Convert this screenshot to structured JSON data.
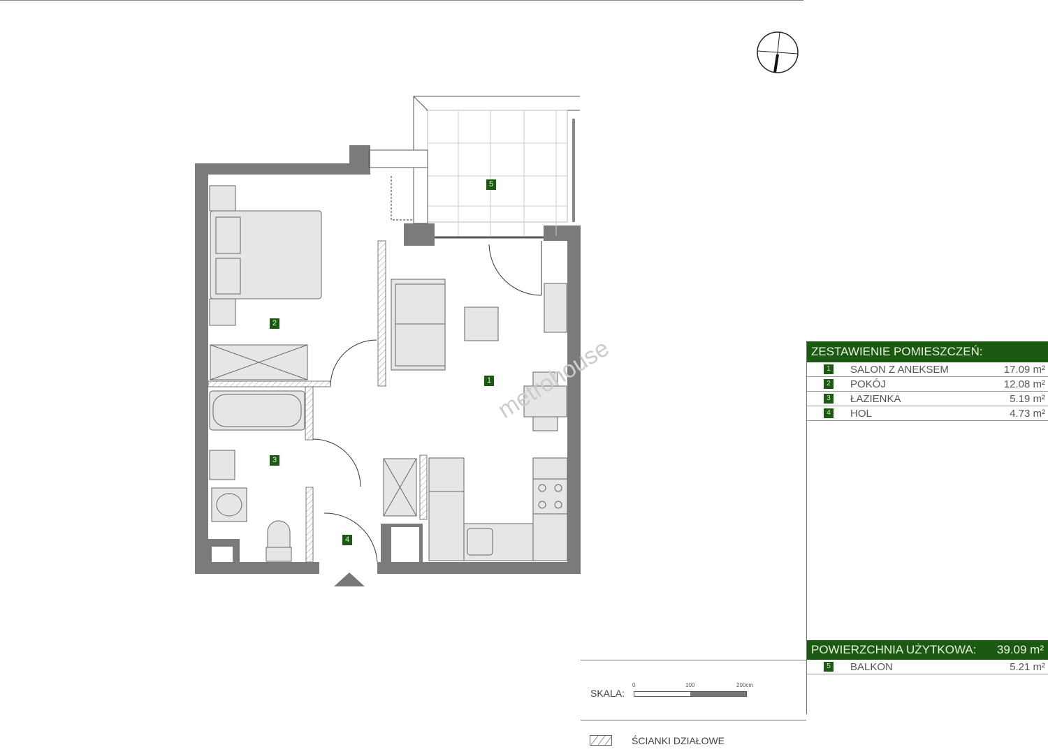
{
  "rooms_table": {
    "title": "ZESTAWIENIE POMIESZCZEŃ:",
    "rows": [
      {
        "no": "1",
        "name": "SALON Z ANEKSEM",
        "area": "17.09 m²"
      },
      {
        "no": "2",
        "name": "POKÓJ",
        "area": "12.08 m²"
      },
      {
        "no": "3",
        "name": "ŁAZIENKA",
        "area": "5.19 m²"
      },
      {
        "no": "4",
        "name": "HOL",
        "area": "4.73 m²"
      }
    ],
    "usable_label": "POWIERZCHNIA UŻYTKOWA:",
    "usable_value": "39.09 m²",
    "extra": {
      "no": "5",
      "name": "BALKON",
      "area": "5.21 m²"
    }
  },
  "scale": {
    "label": "SKALA:",
    "ticks": [
      "0",
      "100",
      "200cm"
    ]
  },
  "legend": {
    "partition_label": "ŚCIANKI DZIAŁOWE"
  },
  "plan_labels": {
    "r1": "1",
    "r2": "2",
    "r3": "3",
    "r4": "4",
    "r5": "5"
  },
  "watermark": "metrohouse",
  "colors": {
    "accent": "#1c5a14",
    "wall": "#7b7b7b",
    "furniture": "#e6e6e6"
  }
}
